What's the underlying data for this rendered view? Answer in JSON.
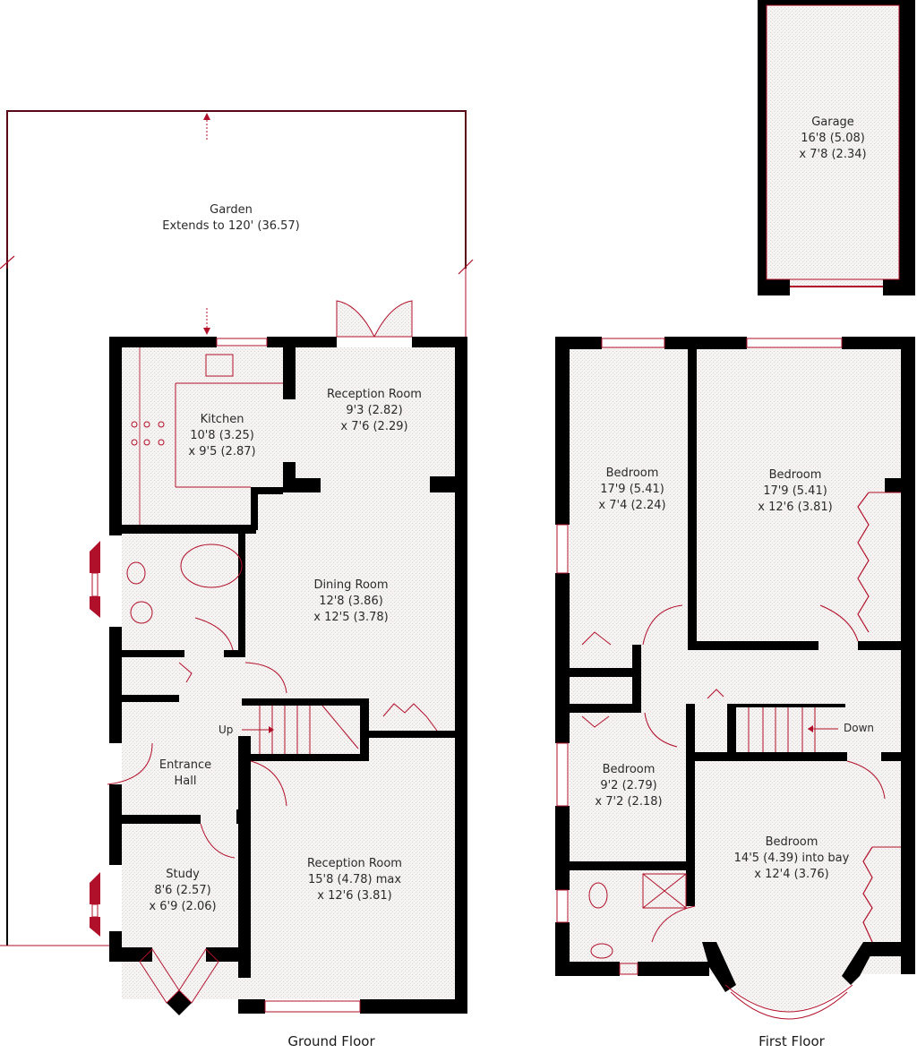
{
  "colors": {
    "wall": "#000000",
    "accent": "#b0102a",
    "floor_fill": "#f3eeee",
    "text": "#2a2a2a"
  },
  "garage": {
    "name": "Garage",
    "dim1": "16'8 (5.08)",
    "dim2": "x 7'8 (2.34)"
  },
  "garden": {
    "name": "Garden",
    "dim1": "Extends to 120' (36.57)"
  },
  "ground_floor": {
    "title": "Ground Floor",
    "rooms": [
      {
        "name": "Kitchen",
        "dim1": "10'8 (3.25)",
        "dim2": "x 9'5 (2.87)"
      },
      {
        "name": "Reception Room",
        "dim1": "9'3 (2.82)",
        "dim2": "x 7'6 (2.29)"
      },
      {
        "name": "Dining Room",
        "dim1": "12'8 (3.86)",
        "dim2": "x 12'5 (3.78)"
      },
      {
        "name": "Entrance",
        "dim1": "Hall"
      },
      {
        "name": "Study",
        "dim1": "8'6 (2.57)",
        "dim2": "x 6'9 (2.06)"
      },
      {
        "name": "Reception Room",
        "dim1": "15'8 (4.78) max",
        "dim2": "x 12'6 (3.81)"
      }
    ],
    "stairs_label": "Up"
  },
  "first_floor": {
    "title": "First Floor",
    "rooms": [
      {
        "name": "Bedroom",
        "dim1": "17'9 (5.41)",
        "dim2": "x 7'4 (2.24)"
      },
      {
        "name": "Bedroom",
        "dim1": "17'9 (5.41)",
        "dim2": "x 12'6 (3.81)"
      },
      {
        "name": "Bedroom",
        "dim1": "9'2 (2.79)",
        "dim2": "x 7'2 (2.18)"
      },
      {
        "name": "Bedroom",
        "dim1": "14'5 (4.39) into bay",
        "dim2": "x 12'4 (3.76)"
      }
    ],
    "stairs_label": "Down"
  }
}
